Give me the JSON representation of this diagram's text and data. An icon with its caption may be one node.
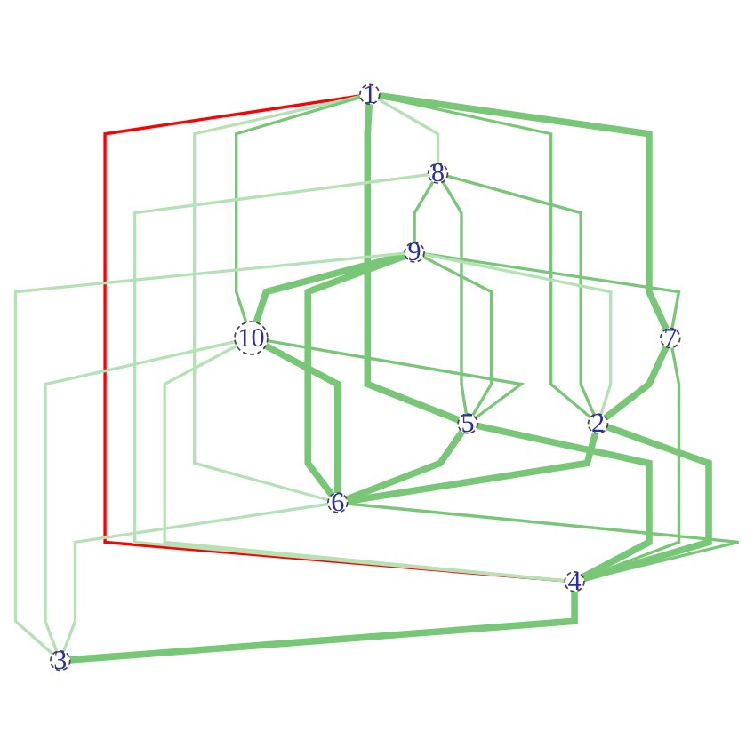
{
  "diagram": {
    "nodes": [
      {
        "text": [
          "1"
        ]
      },
      {
        "text": [
          "8"
        ]
      },
      {
        "text": [
          "9"
        ]
      },
      {
        "text": [
          "10"
        ]
      },
      {
        "text": [
          "5"
        ]
      },
      {
        "text": [
          "7"
        ]
      },
      {
        "text": [
          "2"
        ]
      },
      {
        "text": [
          "6"
        ]
      },
      {
        "text": [
          "4"
        ]
      },
      {
        "text": [
          "3"
        ]
      }
    ],
    "edges": [
      {
        "from": 0,
        "to": 8,
        "arrow": "none",
        "color": "#ff0000"
      },
      {
        "from": 0,
        "to": 1,
        "arrow": "none",
        "color": "#b5e2b5"
      },
      {
        "from": 0,
        "to": 5,
        "arrow": "none",
        "style": "thick"
      },
      {
        "from": 0,
        "to": 6,
        "arrow": "none"
      },
      {
        "from": 0,
        "to": 7,
        "arrow": "none",
        "color": "#b5e2b5"
      },
      {
        "from": 0,
        "to": 4,
        "arrow": "none",
        "style": "thick"
      },
      {
        "from": 0,
        "to": 3,
        "arrow": "none"
      },
      {
        "from": 1,
        "to": 2,
        "arrow": "none"
      },
      {
        "from": 1,
        "to": 4,
        "arrow": "none"
      },
      {
        "from": 1,
        "to": 6,
        "arrow": "none"
      },
      {
        "from": 1,
        "to": 8,
        "arrow": "none",
        "color": "#b5e2b5"
      },
      {
        "from": 2,
        "to": 5,
        "arrow": "none"
      },
      {
        "from": 2,
        "to": 6,
        "arrow": "none",
        "color": "#b5e2b5"
      },
      {
        "from": 2,
        "to": 7,
        "arrow": "none",
        "style": "thick"
      },
      {
        "from": 2,
        "to": 4,
        "arrow": "none"
      },
      {
        "from": 2,
        "to": 3,
        "arrow": "none",
        "style": "thick"
      },
      {
        "from": 2,
        "to": 9,
        "arrow": "none",
        "color": "#b5e2b5"
      },
      {
        "from": 3,
        "to": 4,
        "arrow": "none"
      },
      {
        "from": 3,
        "to": 7,
        "arrow": "none",
        "style": "thick"
      },
      {
        "from": 3,
        "to": 8,
        "arrow": "none",
        "color": "#b5e2b5"
      },
      {
        "from": 3,
        "to": 9,
        "arrow": "none",
        "color": "#b5e2b5"
      },
      {
        "from": 4,
        "to": 7,
        "arrow": "none",
        "style": "thick"
      },
      {
        "from": 4,
        "to": 8,
        "arrow": "none",
        "style": "thick"
      },
      {
        "from": 5,
        "to": 6,
        "arrow": "none",
        "style": "thick"
      },
      {
        "from": 5,
        "to": 8,
        "arrow": "none"
      },
      {
        "from": 6,
        "to": 7,
        "arrow": "none",
        "style": "thick"
      },
      {
        "from": 6,
        "to": 8,
        "arrow": "none",
        "style": "thick"
      },
      {
        "from": 7,
        "to": 8,
        "arrow": "none"
      },
      {
        "from": 7,
        "to": 9,
        "arrow": "none",
        "color": "#b5e2b5"
      },
      {
        "from": 8,
        "to": 9,
        "arrow": "none",
        "style": "thick"
      }
    ]
  }
}
